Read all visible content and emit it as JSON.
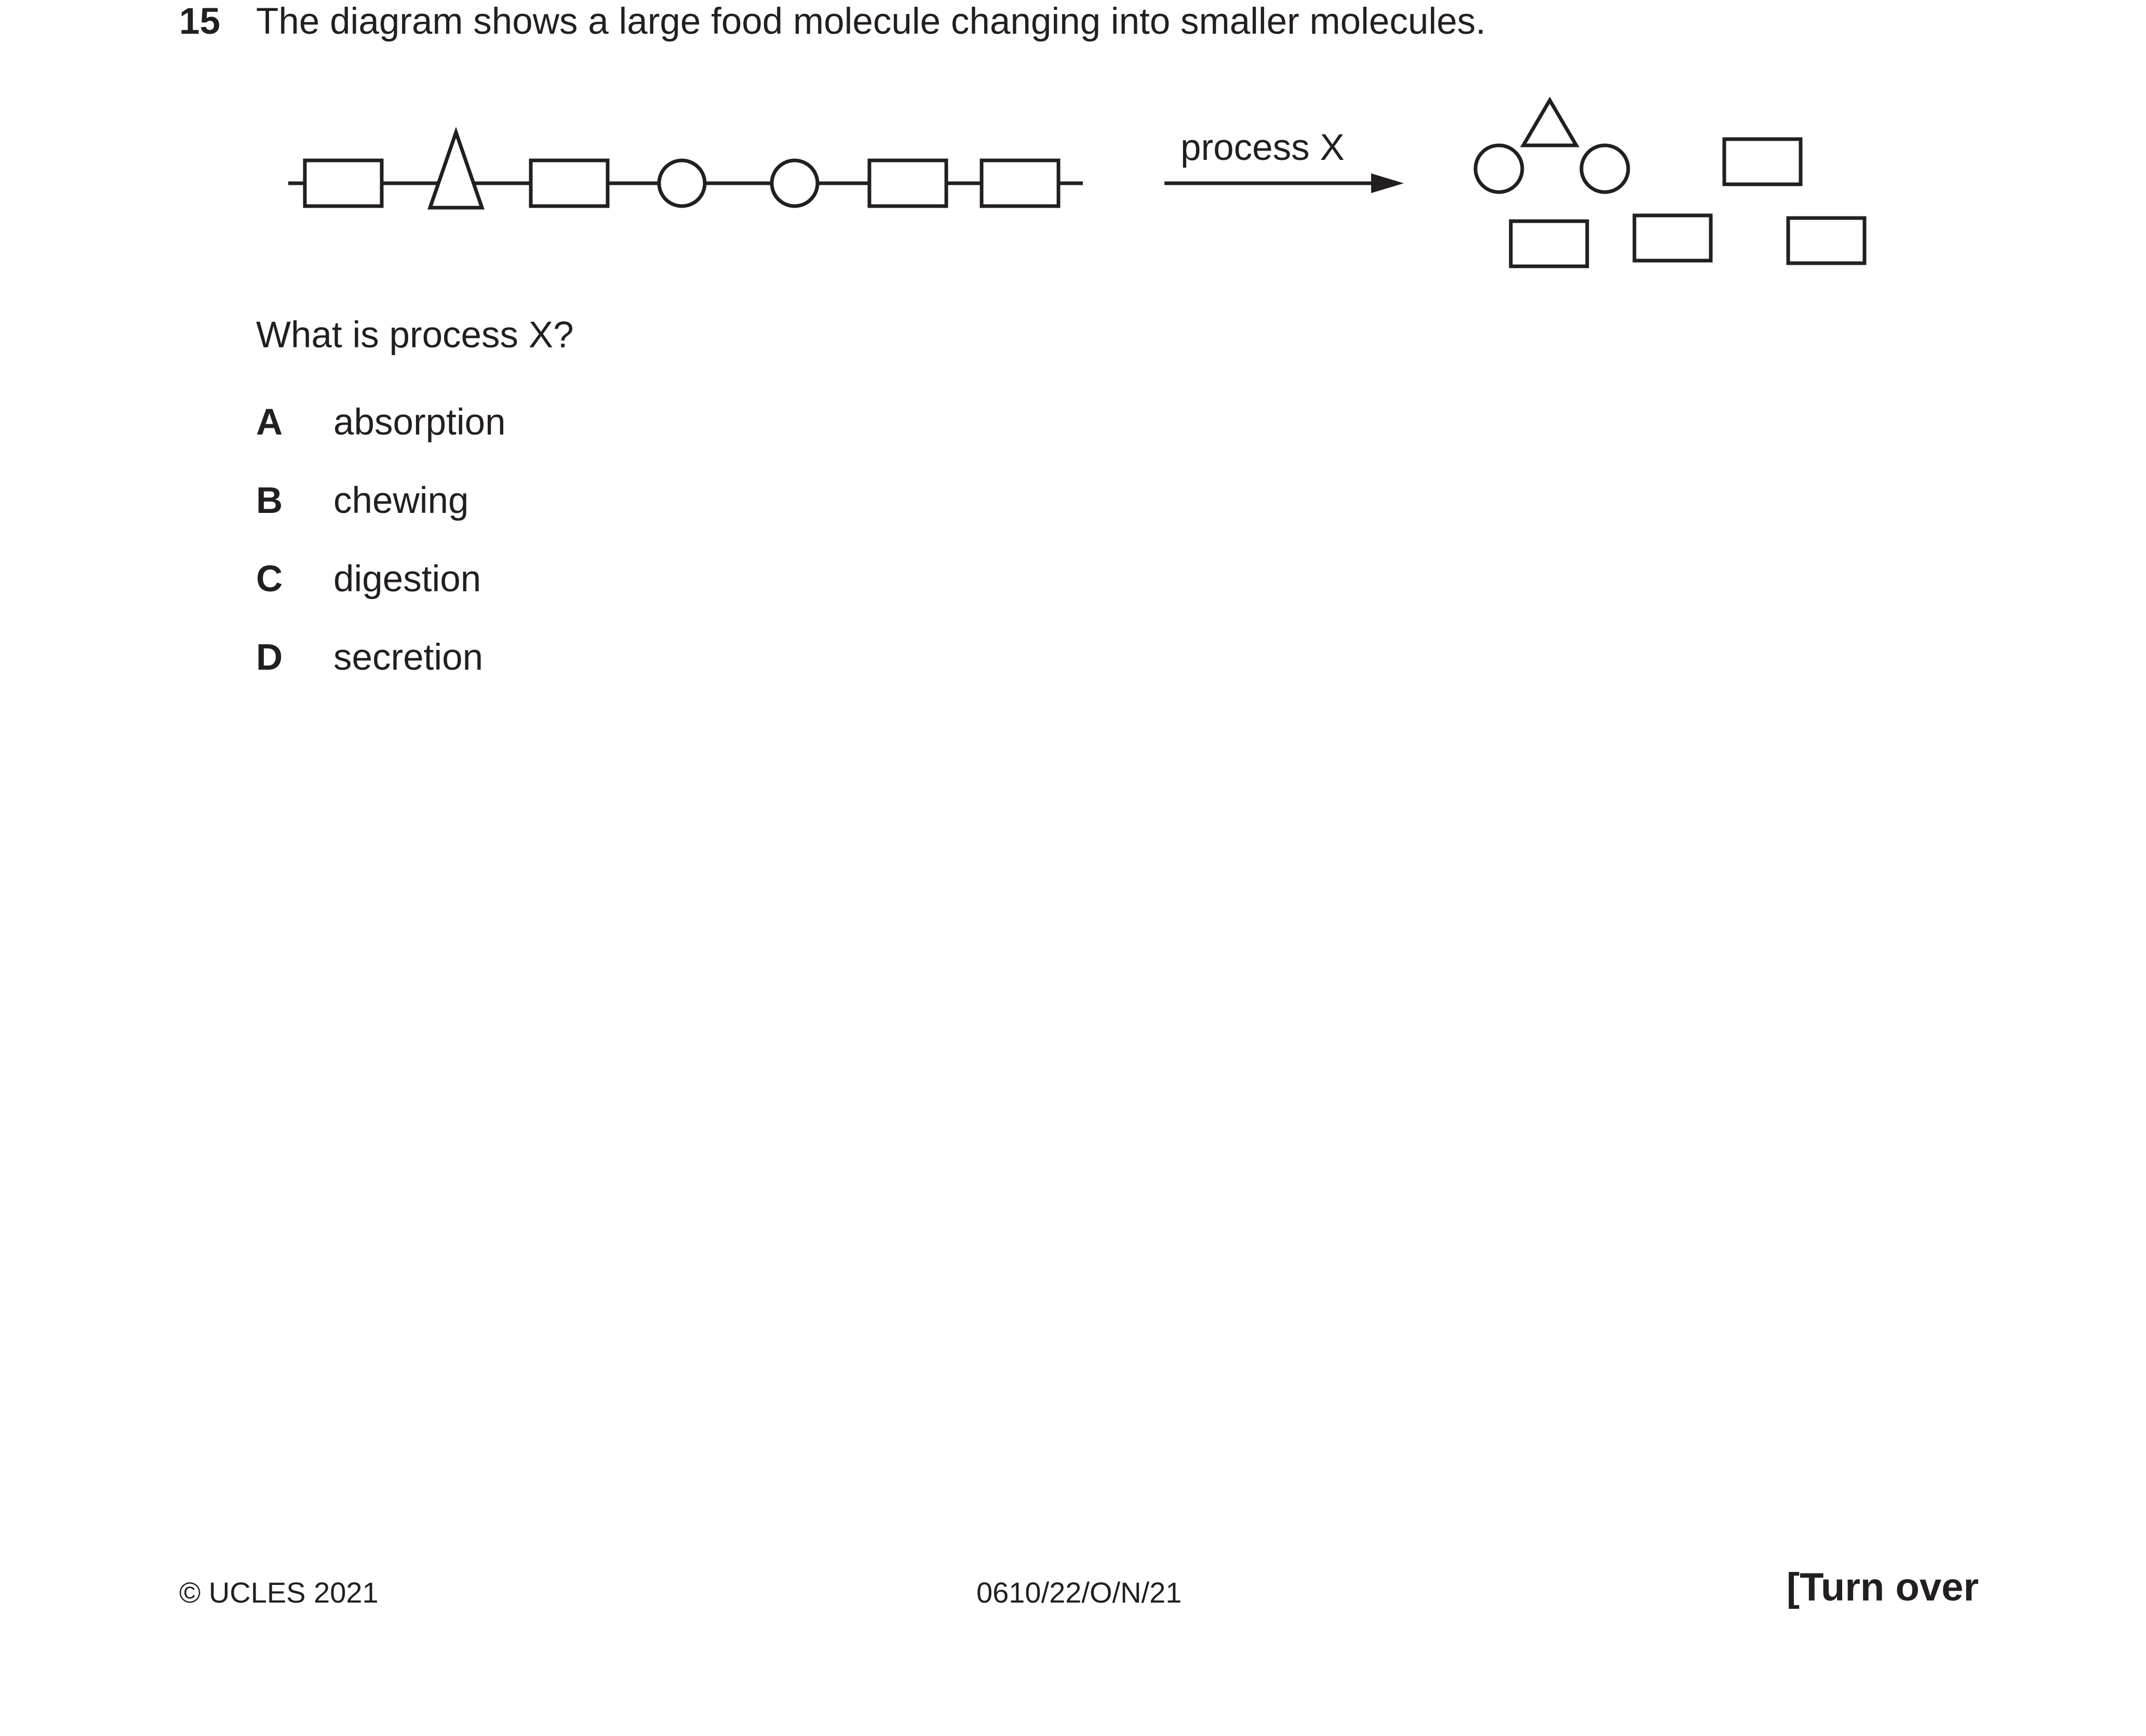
{
  "question": {
    "number": "15",
    "text": "The diagram shows a large food molecule changing into smaller molecules."
  },
  "diagram": {
    "arrow_label": "process X",
    "large_molecule_chain": [
      "rectangle",
      "triangle",
      "rectangle",
      "circle",
      "circle",
      "rectangle",
      "rectangle"
    ],
    "small_molecules": [
      "circle",
      "triangle",
      "circle",
      "rectangle",
      "rectangle",
      "rectangle",
      "rectangle"
    ]
  },
  "prompt": "What is process X?",
  "options": [
    {
      "letter": "A",
      "text": "absorption"
    },
    {
      "letter": "B",
      "text": "chewing"
    },
    {
      "letter": "C",
      "text": "digestion"
    },
    {
      "letter": "D",
      "text": "secretion"
    }
  ],
  "footer": {
    "copyright": "© UCLES 2021",
    "code": "0610/22/O/N/21",
    "turn": "[Turn over"
  },
  "colors": {
    "ink": "#231f20",
    "background": "#ffffff"
  }
}
